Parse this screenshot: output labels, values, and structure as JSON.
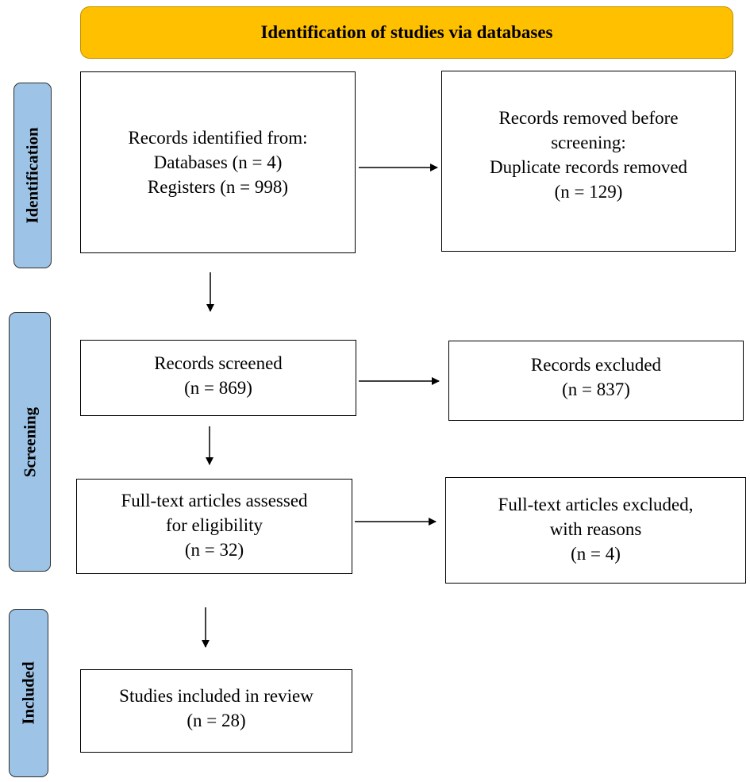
{
  "header": {
    "title": "Identification of studies via databases"
  },
  "phases": {
    "identification": "Identification",
    "screening": "Screening",
    "included": "Included"
  },
  "boxes": {
    "records_identified": {
      "lines": [
        "Records identified from:",
        "Databases (n = 4)",
        "Registers (n = 998)"
      ]
    },
    "records_removed": {
      "lines": [
        "Records removed before",
        "screening:",
        "Duplicate records removed",
        "(n = 129)"
      ]
    },
    "records_screened": {
      "lines": [
        "Records screened",
        "(n = 869)"
      ]
    },
    "records_excluded": {
      "lines": [
        "Records excluded",
        "(n = 837)"
      ]
    },
    "fulltext_assessed": {
      "lines": [
        "Full-text articles assessed",
        "for eligibility",
        "(n = 32)"
      ]
    },
    "fulltext_excluded": {
      "lines": [
        "Full-text articles excluded,",
        "with reasons",
        "(n = 4)"
      ]
    },
    "studies_included": {
      "lines": [
        "Studies included in review",
        "(n = 28)"
      ]
    }
  },
  "colors": {
    "header_fill": "#FFC000",
    "phase_fill": "#9DC3E6"
  }
}
